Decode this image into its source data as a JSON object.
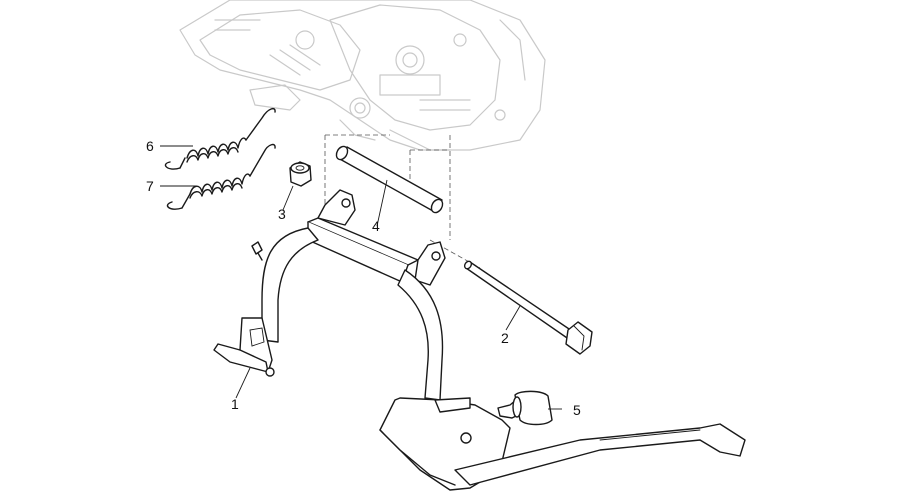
{
  "callouts": [
    {
      "id": "1",
      "label": "1"
    },
    {
      "id": "2",
      "label": "2"
    },
    {
      "id": "3",
      "label": "3"
    },
    {
      "id": "4",
      "label": "4"
    },
    {
      "id": "5",
      "label": "5"
    },
    {
      "id": "6",
      "label": "6"
    },
    {
      "id": "7",
      "label": "7"
    }
  ],
  "colors": {
    "line": "#1a1a1a",
    "ghost": "#c9c9c9",
    "background": "#ffffff"
  }
}
